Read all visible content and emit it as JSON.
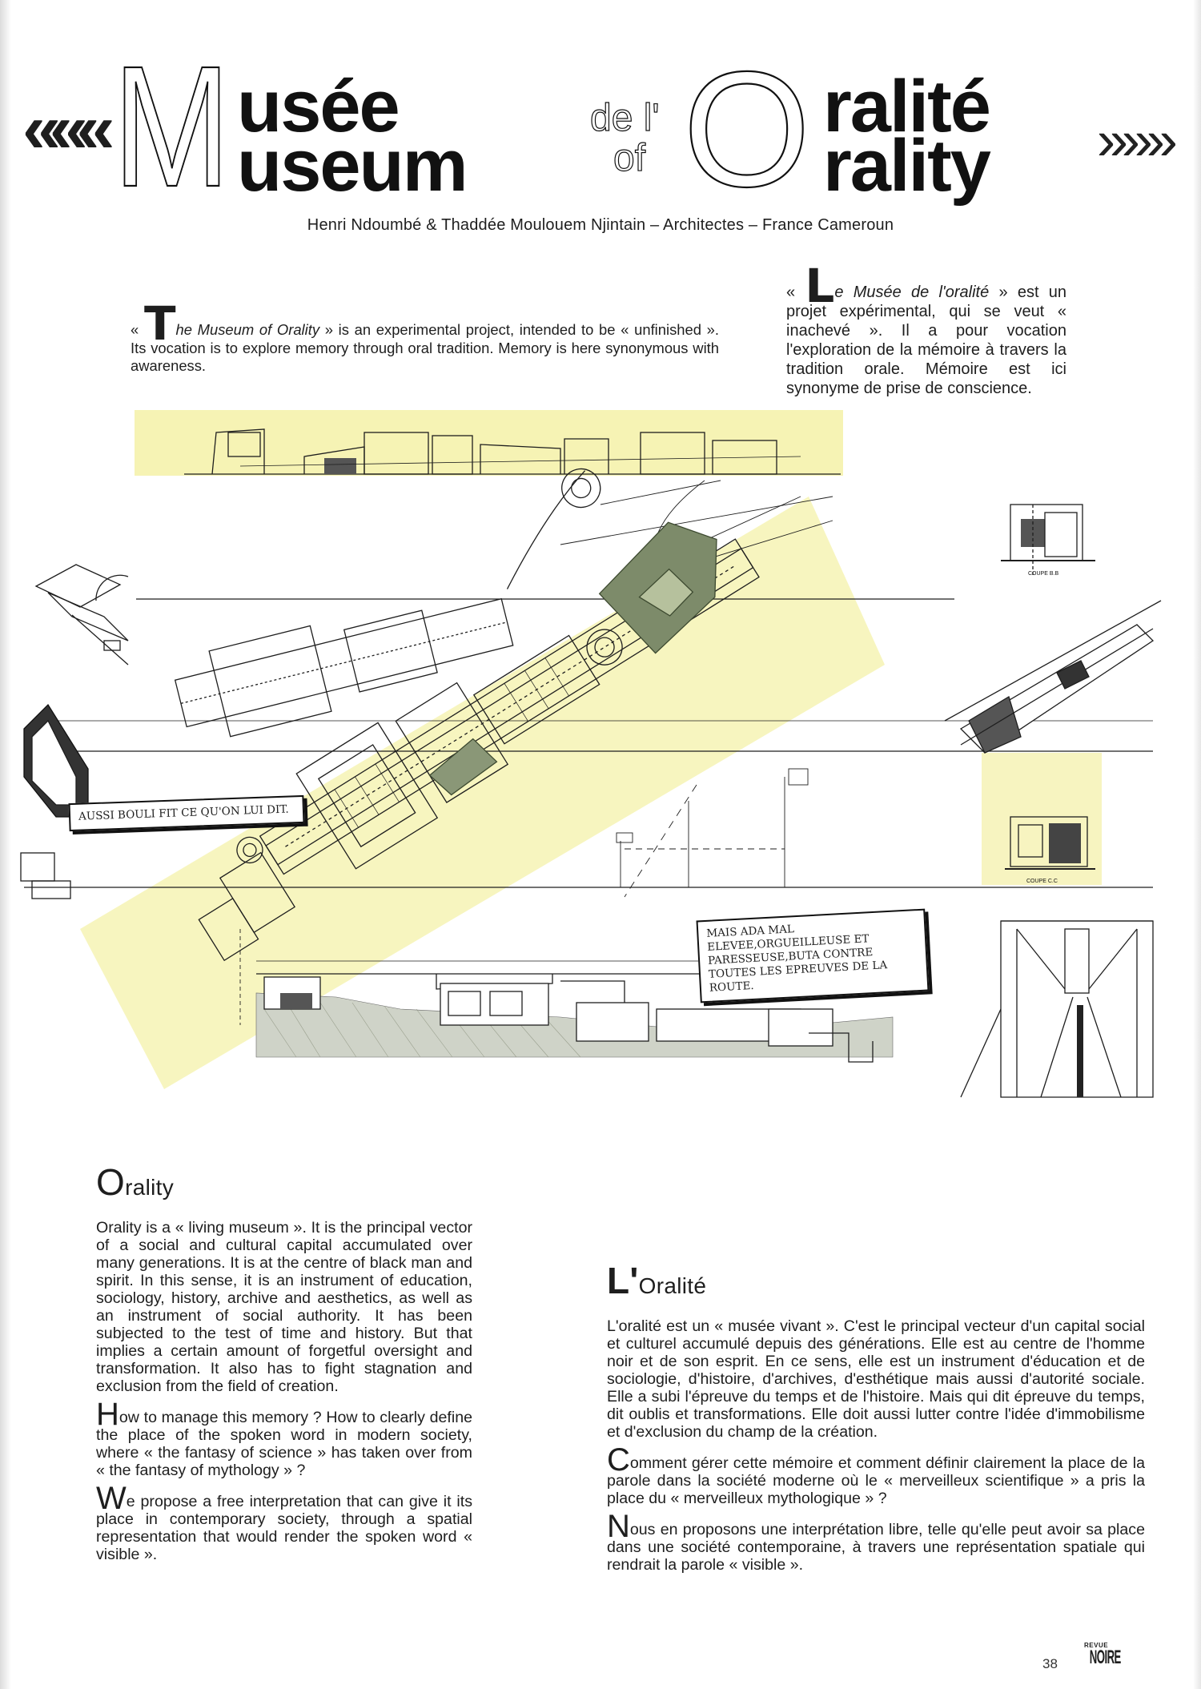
{
  "title": {
    "left_guillemets": "«««",
    "right_guillemets": "»»»",
    "big_m": "M",
    "line1_left": "usée",
    "line2_left": "useum",
    "de": "de l'",
    "of": "of",
    "big_o": "O",
    "line1_right": "ralité",
    "line2_right": "rality"
  },
  "subtitle": "Henri Ndoumbé & Thaddée Moulouem Njintain – Architectes – France Cameroun",
  "intro_en": {
    "open": "«",
    "dropcap": "T",
    "italic": "he Museum of Orality",
    "rest": " » is an experimental project, intended to be « unfinished ». Its vocation is to explore memory through oral tradition. Memory is here synonymous with awareness."
  },
  "intro_fr": {
    "open": "«",
    "dropcap": "L",
    "italic": "e Musée de l'oralité",
    "rest": " » est un projet expérimental, qui se veut « inachevé ». Il a pour vocation l'exploration de la mémoire à travers la tradition orale. Mémoire est ici synonyme de prise de conscience."
  },
  "drawing": {
    "callout_1": "AUSSI BOULI FIT CE QU'ON LUI DIT.",
    "callout_2": "MAIS ADA MAL ELEVEE,ORGUEILLEUSE ET PARESSEUSE,BUTA CONTRE TOUTES LES EPREUVES DE LA ROUTE.",
    "label_coupe_bb": "COUPE B.B",
    "label_coupe_cc": "COUPE C.C"
  },
  "english": {
    "heading_cap": "O",
    "heading_rest": "rality",
    "p1": "Orality is a « living museum ». It is the principal vector of a social and cultural capital accumulated over many generations. It is at the centre of black man and spirit. In this sense, it is an instrument of education, sociology, history, archive and aesthetics, as well as an instrument of social authority. It has been subjected to the test of time and history. But that implies a certain amount of forgetful oversight and transformation. It also has to fight stagnation and exclusion from the field of creation.",
    "p2_cap": "H",
    "p2": "ow to manage this memory ? How to clearly define the place of the spoken word in modern society, where « the fantasy of science » has taken over from « the fantasy of mythology » ?",
    "p3_cap": "W",
    "p3": "e propose a free interpretation that can give it its place in contemporary society, through a spatial representation that would render the spoken word « visible »."
  },
  "french": {
    "heading_cap": "L'",
    "heading_rest": "Oralité",
    "p1": "L'oralité est un « musée vivant ». C'est le principal vecteur d'un capital social et culturel accumulé depuis des générations. Elle est au centre de l'homme noir et de son esprit. En ce sens, elle est un instrument d'éducation et de sociologie, d'histoire, d'archives, d'esthétique mais aussi d'autorité sociale. Elle a subi l'épreuve du temps et de l'histoire. Mais qui dit épreuve du temps, dit oublis et transformations. Elle doit aussi lutter contre l'idée d'immobilisme et d'exclusion du champ de la création.",
    "p2_cap": "C",
    "p2": "omment gérer cette mémoire et comment définir clairement la place de la parole dans la société moderne où le « merveilleux scientifique » a pris la place du « merveilleux mythologique » ?",
    "p3_cap": "N",
    "p3": "ous en proposons une interprétation libre, telle qu'elle peut avoir sa place dans une société contemporaine, à travers une représentation spatiale qui rendrait la parole « visible »."
  },
  "footer": {
    "logo_small": "REVUE",
    "logo_big": "NOIRE",
    "page_number": "38"
  },
  "colors": {
    "highlight": "#f6f3b4",
    "ink": "#1e1e1e",
    "green": "#6f7d5f"
  }
}
